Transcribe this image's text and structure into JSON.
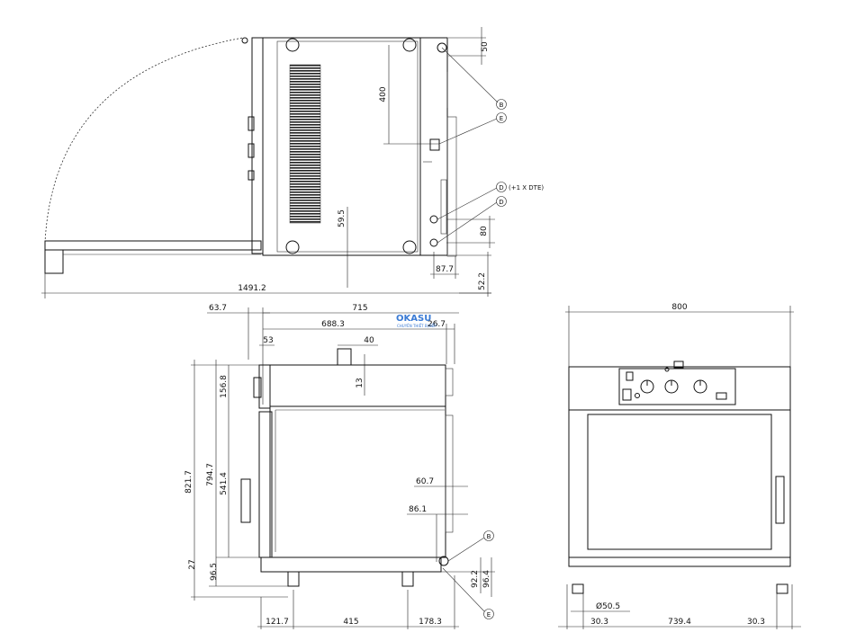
{
  "watermark": {
    "logo_text": "OKASU",
    "tagline": "CHUYÊN THIẾT BỊ BẾP"
  },
  "top_view": {
    "dim_overall_depth": "1491.2",
    "dim_top_clearance": "50",
    "dim_vent_offset": "400",
    "dim_inner": "59.5",
    "dim_side_80": "80",
    "dim_side_877": "87.7",
    "dim_bottom_522": "52.2",
    "callout_b": "B",
    "callout_e": "E",
    "callout_d1": "D",
    "callout_d1_note": "(+1 X DTE)",
    "callout_d2": "D"
  },
  "side_view": {
    "dim_637": "63.7",
    "dim_715": "715",
    "dim_6883": "688.3",
    "dim_267": "26.7",
    "dim_53": "53",
    "dim_40": "40",
    "dim_13": "13",
    "dim_8217": "821.7",
    "dim_7947": "794.7",
    "dim_1568": "156.8",
    "dim_5414": "541.4",
    "dim_27": "27",
    "dim_965": "96.5",
    "dim_607": "60.7",
    "dim_861": "86.1",
    "dim_922": "92.2",
    "dim_964": "96.4",
    "dim_1217": "121.7",
    "dim_415": "415",
    "dim_1783": "178.3",
    "callout_b": "B",
    "callout_e": "E"
  },
  "front_view": {
    "dim_width": "800",
    "dim_foot": "Ø50.5",
    "dim_left": "30.3",
    "dim_mid": "739.4",
    "dim_right": "30.3"
  }
}
